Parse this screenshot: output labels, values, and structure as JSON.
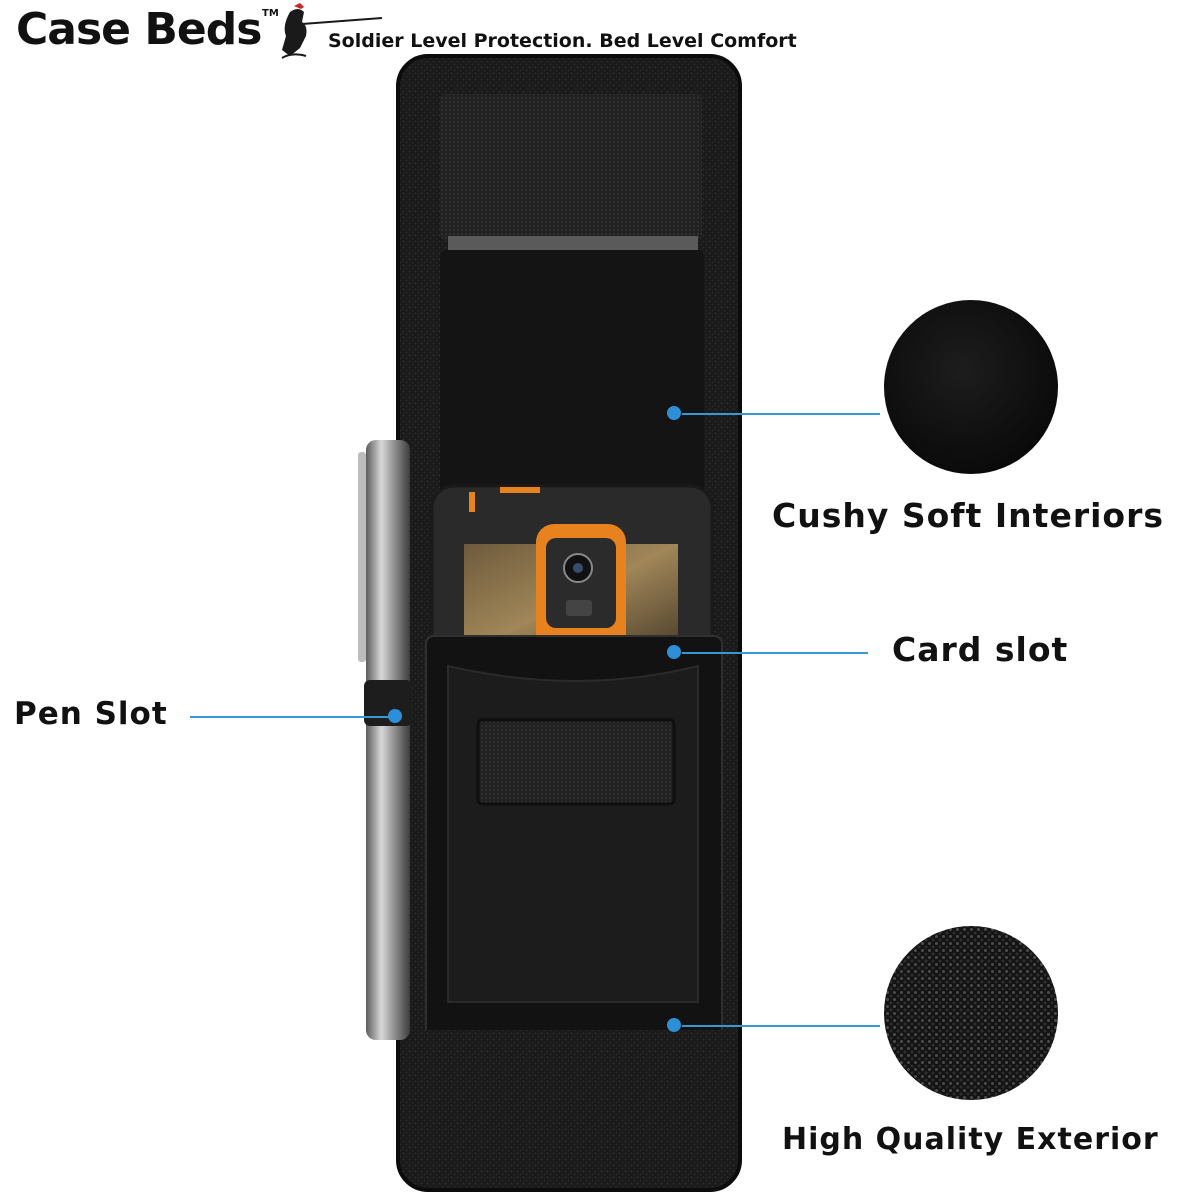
{
  "brand": {
    "name": "Case Beds",
    "trademark": "TM",
    "tagline": "Soldier Level Protection. Bed Level Comfort"
  },
  "features": {
    "cushy": "Cushy Soft Interiors",
    "card": "Card slot",
    "pen": "Pen Slot",
    "exterior": "High Quality Exterior"
  },
  "colors": {
    "accent_line": "#3a97d4",
    "dot": "#2d8fd6",
    "pouch": "#151515",
    "phone_case_accent": "#e8821e"
  }
}
